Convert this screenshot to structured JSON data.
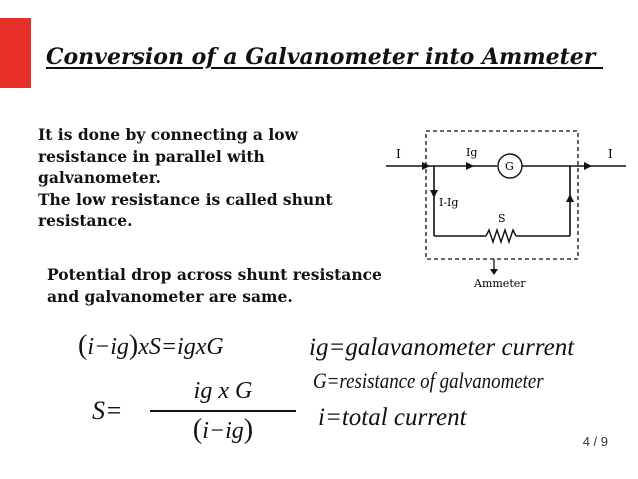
{
  "slide": {
    "title": "Conversion of a Galvanometer into Ammeter ",
    "paragraph1": "It is done by connecting a low resistance in parallel with galvanometer. The low resistance is called shunt resistance.",
    "paragraph1_lines": [
      "It is done by connecting a low",
      "resistance in parallel with",
      "galvanometer.",
      "The low resistance is called shunt",
      "resistance."
    ],
    "paragraph2_lines": [
      "Potential drop across shunt resistance",
      "and galvanometer are same."
    ],
    "equation1": "(i−ig)xS=igxG",
    "equation1_parts": {
      "open": "(",
      "inner": "i−ig",
      "close": ")",
      "rest": "xS=igxG"
    },
    "equation2": {
      "lhs": "S=",
      "numerator": "ig x G",
      "denominator_open": "(",
      "denominator_inner": "i−ig",
      "denominator_close": ")"
    },
    "definitions": [
      "ig=galavanometer current",
      "G=resistance of galvanometer",
      "i=total current"
    ],
    "page_number": "4 / 9"
  },
  "circuit": {
    "label_I_left": "I",
    "label_I_right": "I",
    "label_Ig": "Ig",
    "label_G": "G",
    "label_I_minus_Ig": "I-Ig",
    "label_S": "S",
    "label_ammeter": "Ammeter"
  },
  "colors": {
    "accent": "#e8302b",
    "text": "#111111"
  }
}
